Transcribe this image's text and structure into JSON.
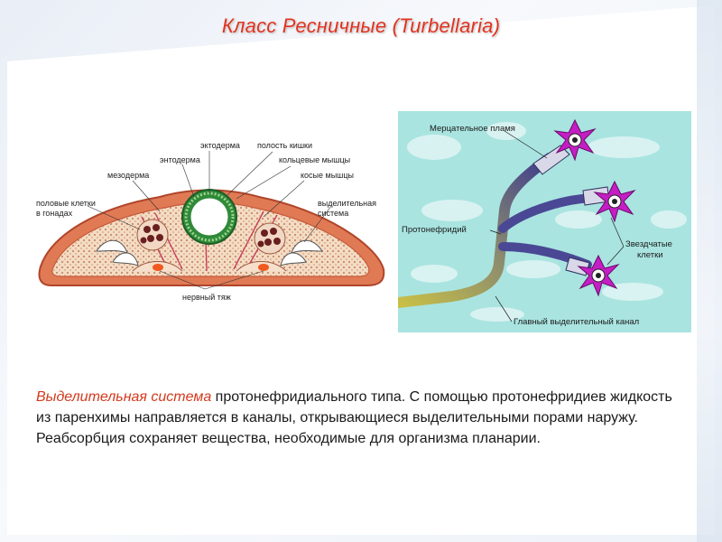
{
  "title": "Класс Ресничные (Turbellaria)",
  "cross_section": {
    "labels": {
      "ectoderm": "эктодерма",
      "gut_cavity": "полость кишки",
      "endoderm": "энтодерма",
      "ring_muscles": "кольцевые мышцы",
      "mesoderm": "мезодерма",
      "oblique_muscles": "косые мышцы",
      "sex_cells_1": "половые клетки",
      "sex_cells_2": "в гонадах",
      "excretory_1": "выделительная",
      "excretory_2": "система",
      "nerve_cord": "нервный тяж"
    }
  },
  "protonephridia": {
    "labels": {
      "flame": "Мерцательное пламя",
      "protonephridium": "Протонефридий",
      "stellate_1": "Звездчатые",
      "stellate_2": "клетки",
      "main_canal": "Главный выделительный канал"
    }
  },
  "caption": {
    "highlight": "Выделительная система",
    "text": " протонефридиального типа. С помощью протонефридиев жидкость из паренхимы направляется в каналы, открывающиеся выделительными порами наружу. Реабсорбция сохраняет вещества, необходимые для организма планарии."
  },
  "colors": {
    "title": "#e0321e",
    "highlight": "#d23a1e",
    "water_bg": "#9fe0dc",
    "stellate_cell": "#c020c0",
    "canal_dark": "#3c3a8c",
    "canal_light": "#b8b44a"
  }
}
